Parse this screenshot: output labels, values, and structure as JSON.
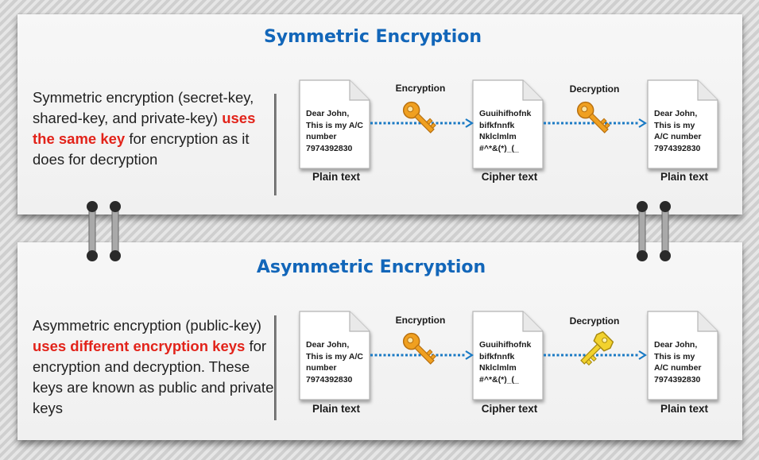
{
  "symmetric": {
    "title": "Symmetric Encryption",
    "desc_part1": "Symmetric encryption (secret-key, shared-key, and private-key) ",
    "desc_highlight": "uses the same key",
    "desc_part2": " for encryption as it does for decryption",
    "step1_label": "Encryption",
    "step2_label": "Decryption",
    "doc1": {
      "lines": [
        "Dear John,",
        "This is my A/C",
        "number",
        "7974392830"
      ],
      "label": "Plain text"
    },
    "doc2": {
      "lines": [
        "Guuihifhofnk",
        "bifkfnnfk",
        "Nklclmlm",
        "#^*&(*)_(_"
      ],
      "label": "Cipher text"
    },
    "doc3": {
      "lines": [
        "Dear John,",
        "This is my",
        "A/C number",
        "7974392830"
      ],
      "label": "Plain text"
    },
    "key1_color": "#f0a020",
    "key2_color": "#f0a020"
  },
  "asymmetric": {
    "title": "Asymmetric Encryption",
    "desc_part1": "Asymmetric encryption (public-key) ",
    "desc_highlight": "uses different encryption keys",
    "desc_part2": " for encryption and decryption. These keys are known as public and private keys",
    "step1_label": "Encryption",
    "step2_label": "Decryption",
    "doc1": {
      "lines": [
        "Dear John,",
        "This is my A/C",
        "number",
        "7974392830"
      ],
      "label": "Plain text"
    },
    "doc2": {
      "lines": [
        "Guuihifhofnk",
        "bifkfnnfk",
        "Nklclmlm",
        "#^*&(*)_(_"
      ],
      "label": "Cipher text"
    },
    "doc3": {
      "lines": [
        "Dear John,",
        "This is my",
        "A/C number",
        "7974392830"
      ],
      "label": "Plain text"
    },
    "key1_color": "#f0a020",
    "key2_color": "#f2d22e"
  },
  "colors": {
    "title": "#1266b9",
    "highlight": "#e2231a",
    "arrow": "#1a7ac4"
  }
}
